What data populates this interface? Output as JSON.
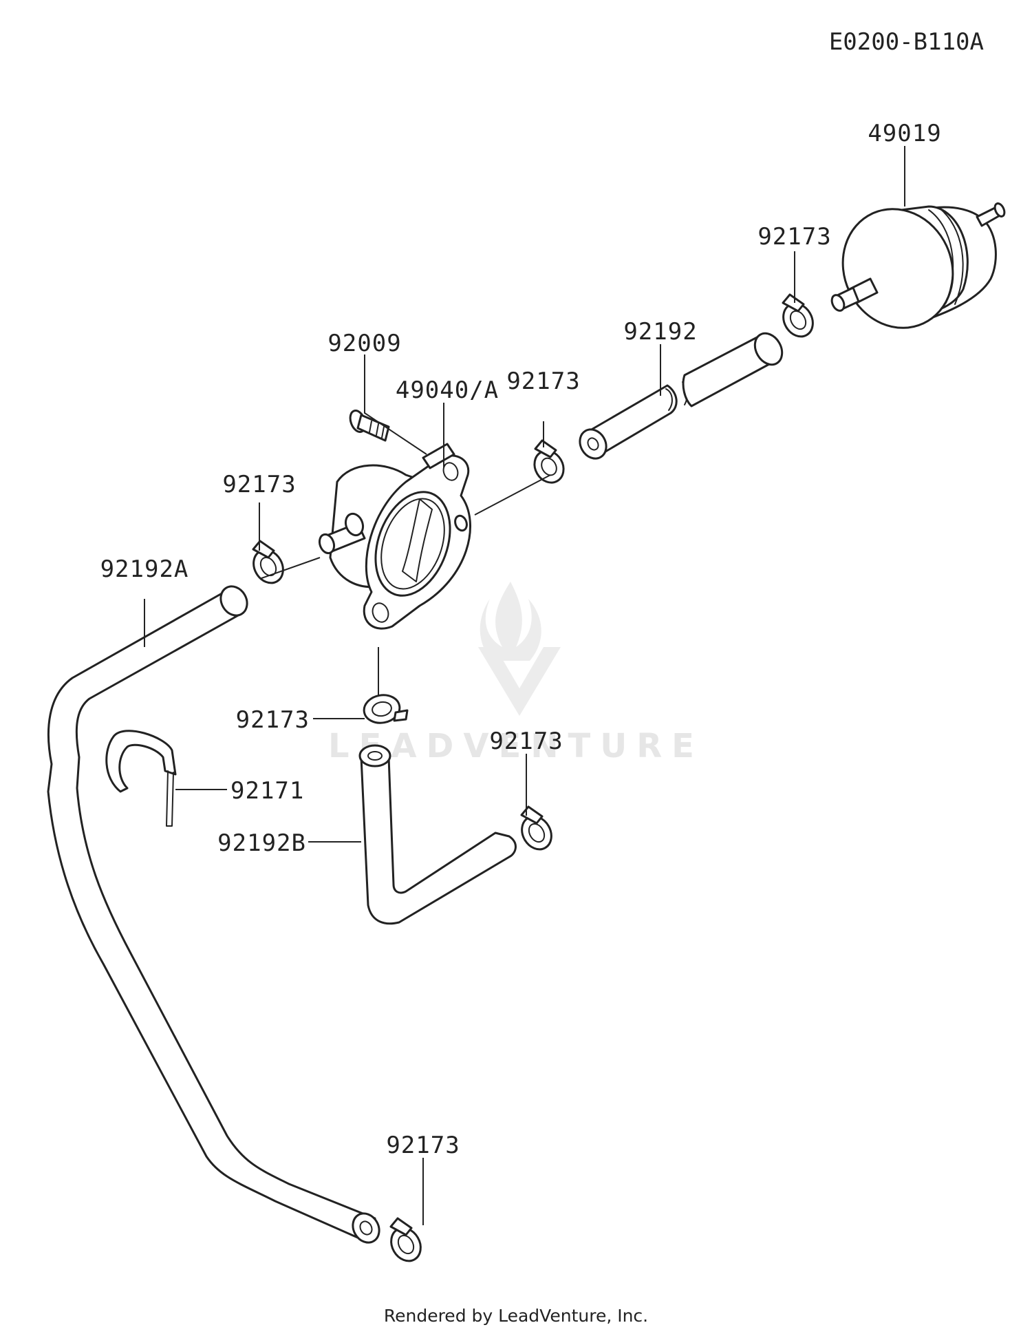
{
  "diagram_code": "E0200-B110A",
  "footer": "Rendered by LeadVenture, Inc.",
  "watermark": "LEADVENTURE",
  "labels": {
    "fuel_filter": "49019",
    "clamp_filter": "92173",
    "hose_main": "92192",
    "clamp_cock_out": "92173",
    "fuel_cock": "49040/A",
    "screw": "92009",
    "clamp_cock_in": "92173",
    "hose_a": "92192A",
    "clamp_cock_bottom": "92173",
    "clamp_hose_b": "92173",
    "hose_clip": "92171",
    "hose_b": "92192B",
    "clamp_hose_a_end": "92173"
  }
}
